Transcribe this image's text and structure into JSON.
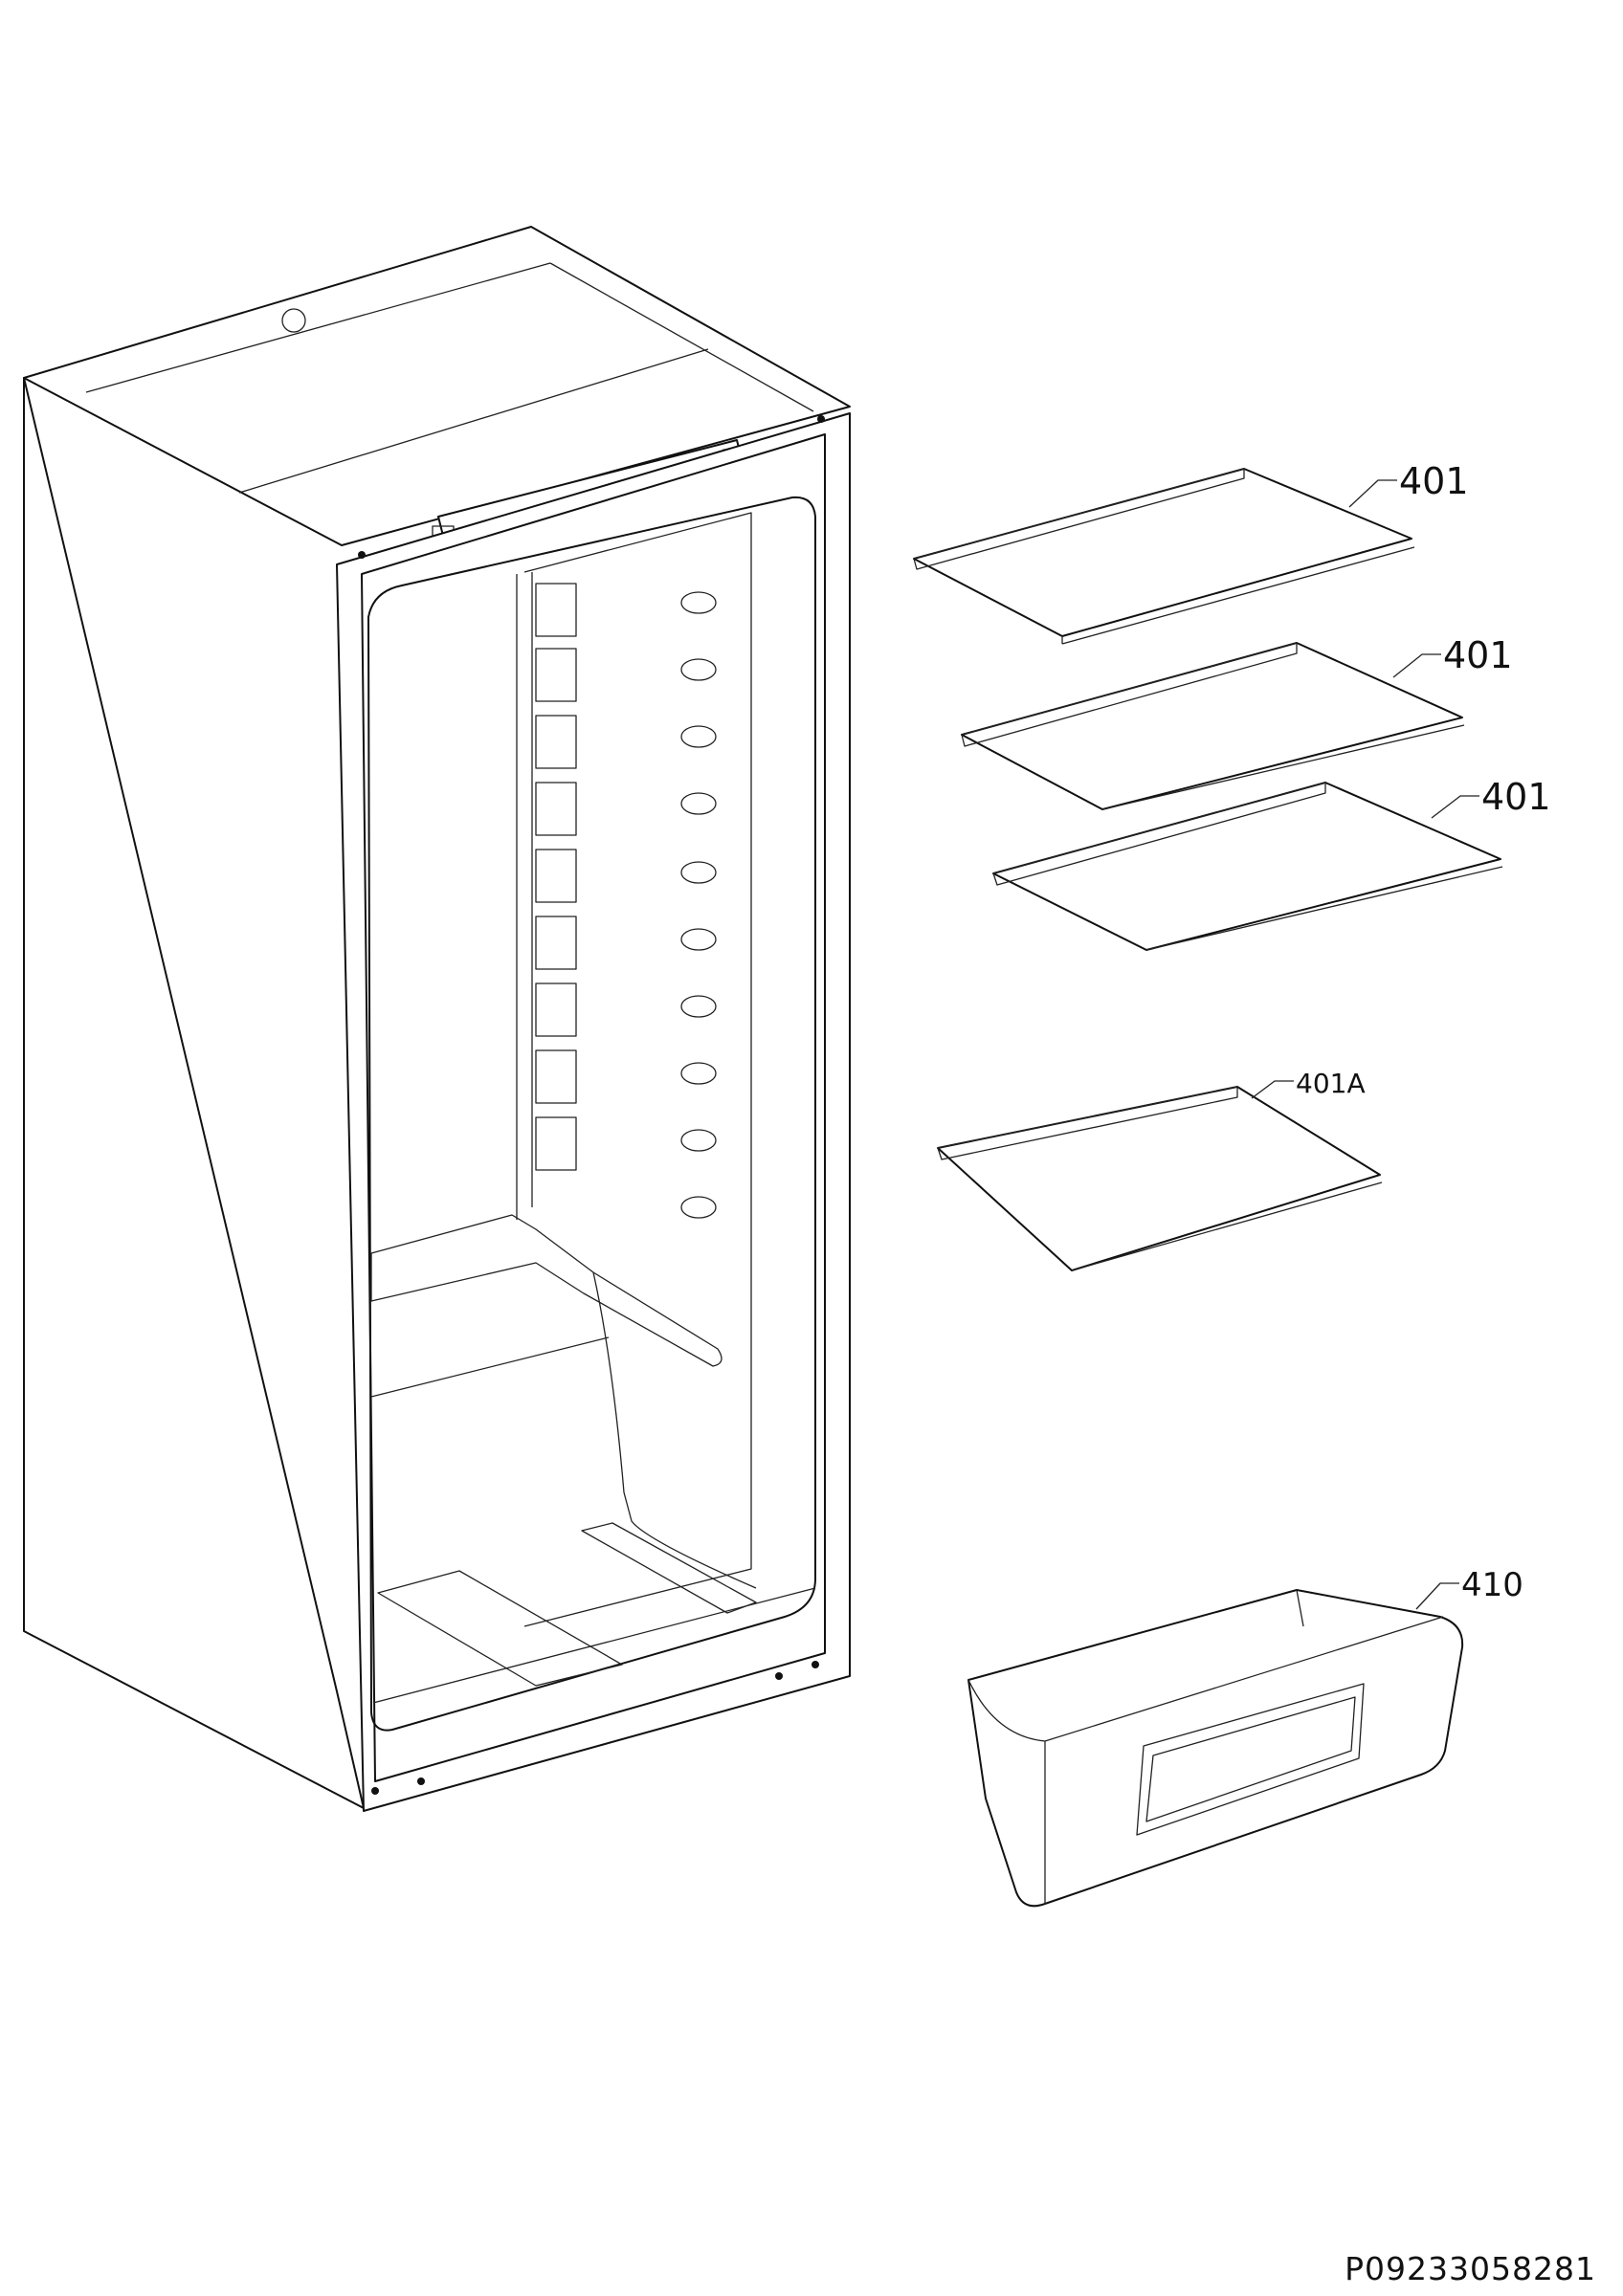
{
  "callouts": [
    {
      "id": "shelf-1",
      "label": "401"
    },
    {
      "id": "shelf-2",
      "label": "401"
    },
    {
      "id": "shelf-3",
      "label": "401"
    },
    {
      "id": "shelf-4",
      "label": "401A"
    },
    {
      "id": "drawer",
      "label": "410"
    }
  ],
  "document_id": "P09233058281"
}
